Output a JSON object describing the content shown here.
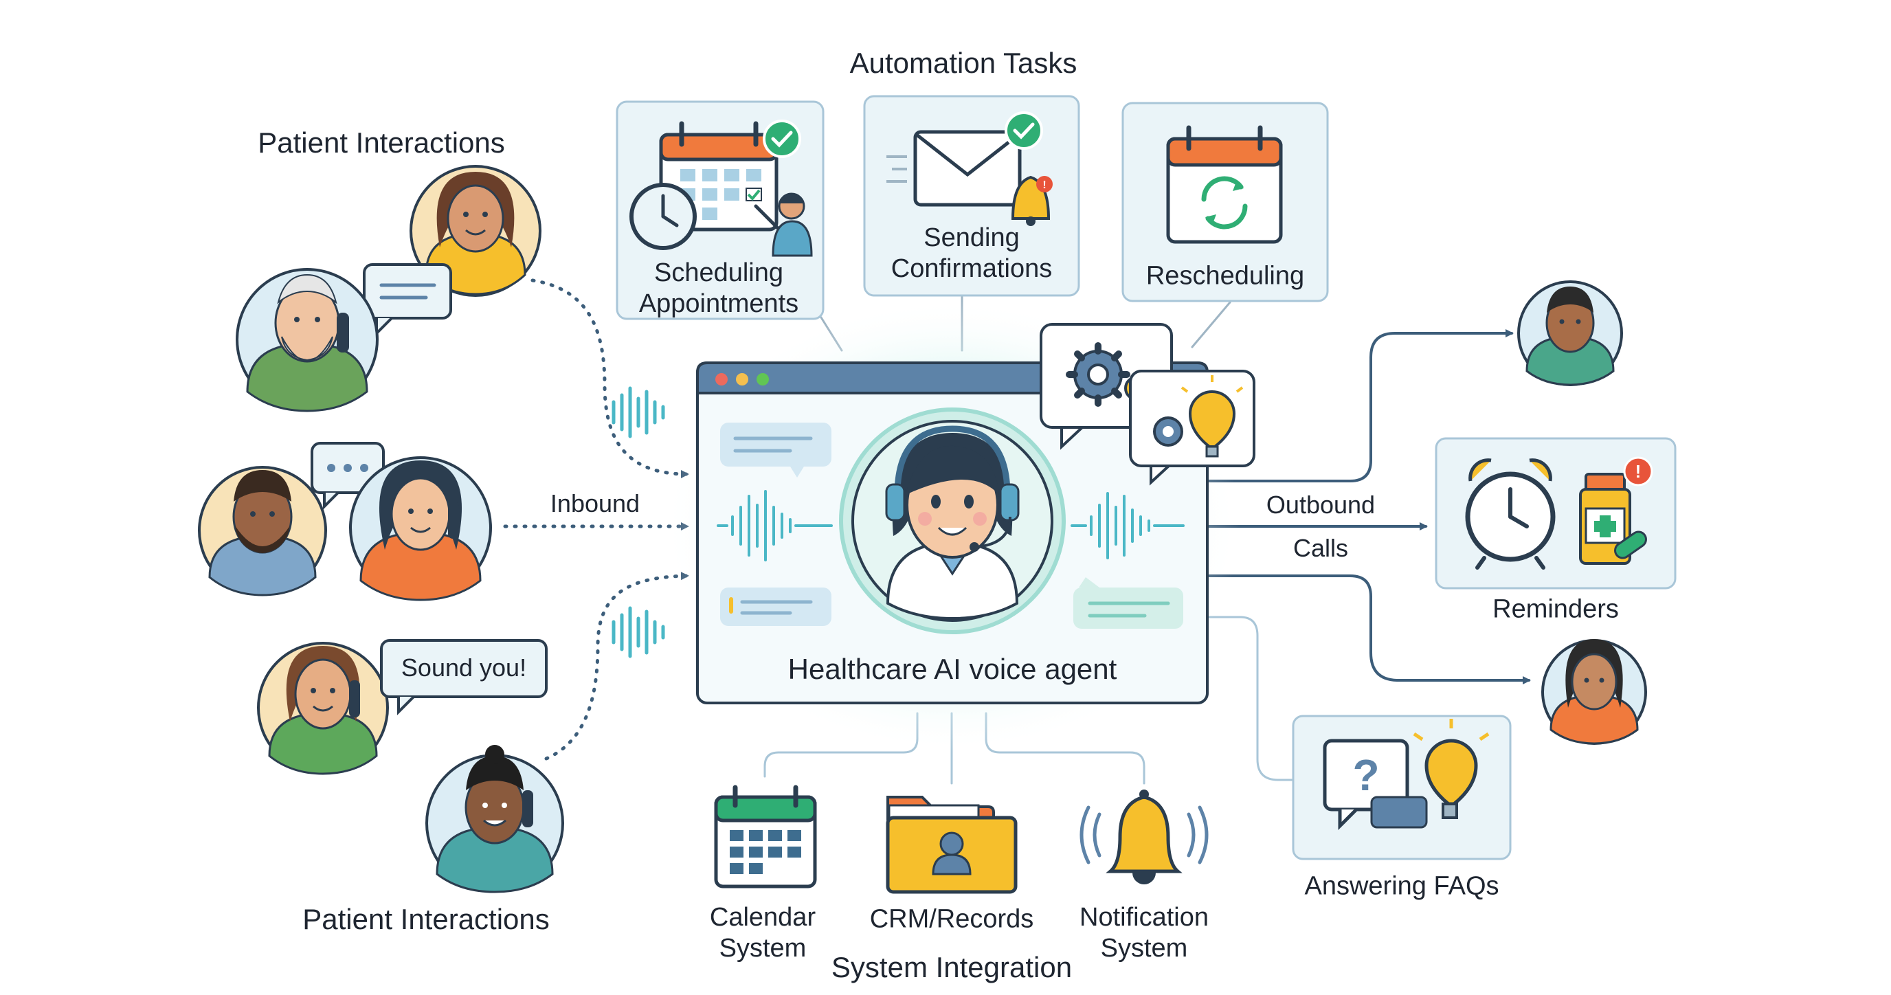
{
  "sections": {
    "automation_tasks": "Automation Tasks",
    "patient_interactions_top": "Patient Interactions",
    "patient_interactions_bottom": "Patient Interactions",
    "system_integration": "System Integration"
  },
  "tasks": {
    "scheduling": "Scheduling\nAppointments",
    "confirmations": "Sending\nConfirmations",
    "rescheduling": "Rescheduling"
  },
  "agent": {
    "title": "Healthcare AI voice agent"
  },
  "flows": {
    "inbound": "Inbound",
    "outbound": "Outbound",
    "calls": "Calls"
  },
  "patient_bubble": "Sound you!",
  "outbound_items": {
    "reminders": "Reminders",
    "faqs": "Answering FAQs"
  },
  "systems": {
    "calendar": "Calendar\nSystem",
    "crm": "CRM/Records",
    "notification": "Notification\nSystem"
  },
  "colors": {
    "accent_teal": "#5cc4be",
    "border_blue": "#a9c6d8",
    "box_fill": "#eaf4f8",
    "orange": "#f07a3d",
    "green_check": "#2fae74",
    "bell_yellow": "#f6bf2c",
    "line_dark": "#3c5d7a"
  }
}
